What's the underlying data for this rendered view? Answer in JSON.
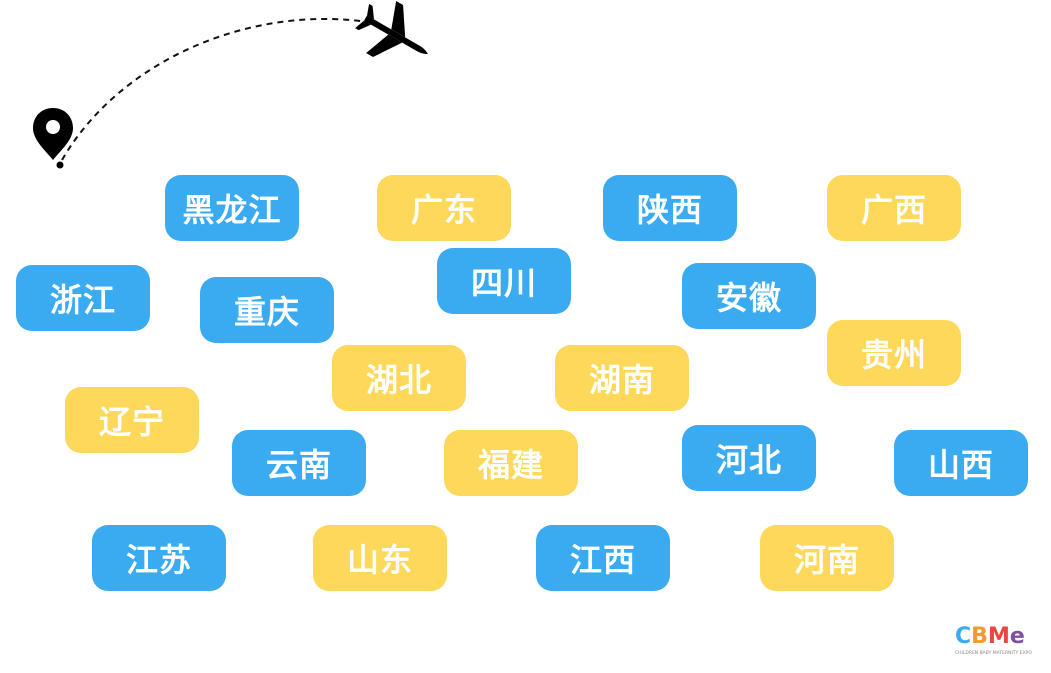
{
  "provinces": [
    {
      "label": "黑龙江",
      "color": "blue"
    },
    {
      "label": "广东",
      "color": "yellow"
    },
    {
      "label": "陕西",
      "color": "blue"
    },
    {
      "label": "广西",
      "color": "yellow"
    },
    {
      "label": "浙江",
      "color": "blue"
    },
    {
      "label": "重庆",
      "color": "blue"
    },
    {
      "label": "四川",
      "color": "blue"
    },
    {
      "label": "安徽",
      "color": "blue"
    },
    {
      "label": "贵州",
      "color": "yellow"
    },
    {
      "label": "湖北",
      "color": "yellow"
    },
    {
      "label": "湖南",
      "color": "yellow"
    },
    {
      "label": "辽宁",
      "color": "yellow"
    },
    {
      "label": "云南",
      "color": "blue"
    },
    {
      "label": "福建",
      "color": "yellow"
    },
    {
      "label": "河北",
      "color": "blue"
    },
    {
      "label": "山西",
      "color": "blue"
    },
    {
      "label": "江苏",
      "color": "blue"
    },
    {
      "label": "山东",
      "color": "yellow"
    },
    {
      "label": "江西",
      "color": "blue"
    },
    {
      "label": "河南",
      "color": "yellow"
    }
  ],
  "colors": {
    "blue": "#3aabf0",
    "yellow": "#fdd85a"
  },
  "icons": {
    "pin": "location-pin-icon",
    "plane": "airplane-icon"
  },
  "logo": {
    "letters": [
      {
        "ch": "C",
        "color": "#3aabf0"
      },
      {
        "ch": "B",
        "color": "#f39a2b"
      },
      {
        "ch": "M",
        "color": "#e8473f"
      },
      {
        "ch": "e",
        "color": "#7d4fa0"
      }
    ],
    "tagline": "CHILDREN BABY MATERNITY EXPO"
  }
}
